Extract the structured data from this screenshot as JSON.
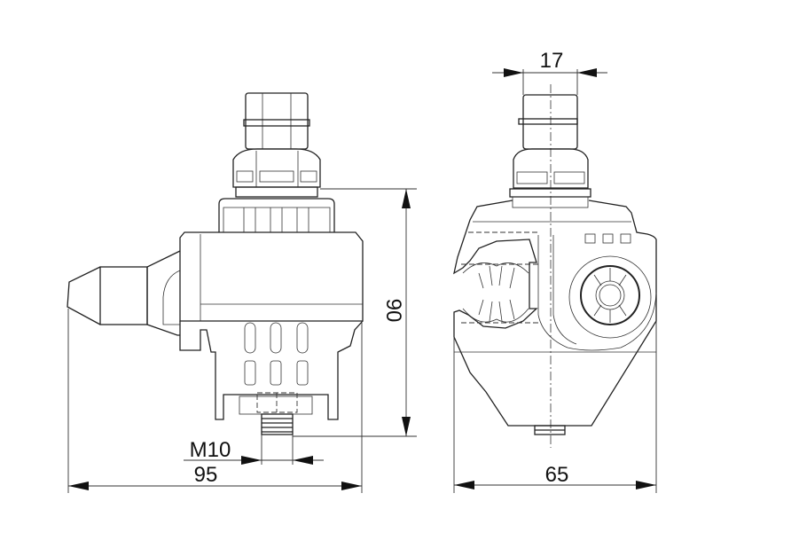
{
  "drawing": {
    "side_view": {
      "height_dim": "90",
      "width_dim": "95",
      "thread_label": "M10"
    },
    "front_view": {
      "nut_dim": "17",
      "width_dim": "65"
    },
    "colors": {
      "line": "#222222",
      "background": "#ffffff"
    }
  }
}
